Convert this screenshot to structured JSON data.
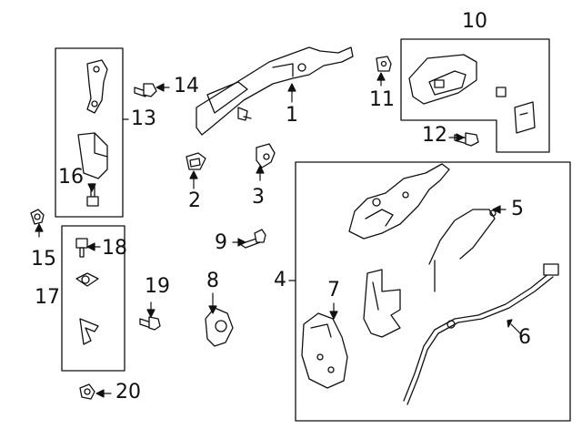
{
  "diagram": {
    "callouts": {
      "c1": "1",
      "c2": "2",
      "c3": "3",
      "c4": "4",
      "c5": "5",
      "c6": "6",
      "c7": "7",
      "c8": "8",
      "c9": "9",
      "c10": "10",
      "c11": "11",
      "c12": "12",
      "c13": "13",
      "c14": "14",
      "c15": "15",
      "c16": "16",
      "c17": "17",
      "c18": "18",
      "c19": "19",
      "c20": "20"
    },
    "colors": {
      "line": "#111111",
      "fill": "#ffffff",
      "shade": "#e8e8e8"
    }
  }
}
